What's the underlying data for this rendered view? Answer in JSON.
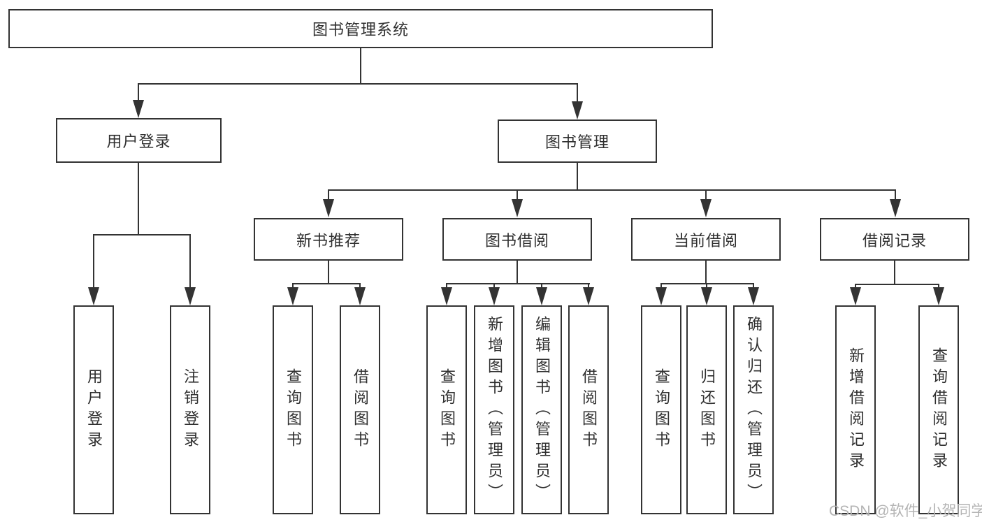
{
  "diagram": {
    "root": {
      "label": "图书管理系统"
    },
    "level2": [
      {
        "label": "用户登录"
      },
      {
        "label": "图书管理"
      }
    ],
    "level3": [
      {
        "label": "新书推荐"
      },
      {
        "label": "图书借阅"
      },
      {
        "label": "当前借阅"
      },
      {
        "label": "借阅记录"
      }
    ],
    "leaves": [
      {
        "label": "用户登录",
        "parent": "用户登录"
      },
      {
        "label": "注销登录",
        "parent": "用户登录"
      },
      {
        "label": "查询图书",
        "parent": "新书推荐"
      },
      {
        "label": "借阅图书",
        "parent": "新书推荐"
      },
      {
        "label": "查询图书",
        "parent": "图书借阅"
      },
      {
        "label": "新增图书（管理员）",
        "parent": "图书借阅"
      },
      {
        "label": "编辑图书（管理员）",
        "parent": "图书借阅"
      },
      {
        "label": "借阅图书",
        "parent": "图书借阅"
      },
      {
        "label": "查询图书",
        "parent": "当前借阅"
      },
      {
        "label": "归还图书",
        "parent": "当前借阅"
      },
      {
        "label": "确认归还（管理员）",
        "parent": "当前借阅"
      },
      {
        "label": "新增借阅记录",
        "parent": "借阅记录"
      },
      {
        "label": "查询借阅记录",
        "parent": "借阅记录"
      }
    ],
    "watermark": "CSDN @软件_小贺同学",
    "colors": {
      "line": "#333333",
      "text": "#2f2f2f",
      "watermark": "#b4b4b4",
      "background": "#ffffff"
    }
  }
}
